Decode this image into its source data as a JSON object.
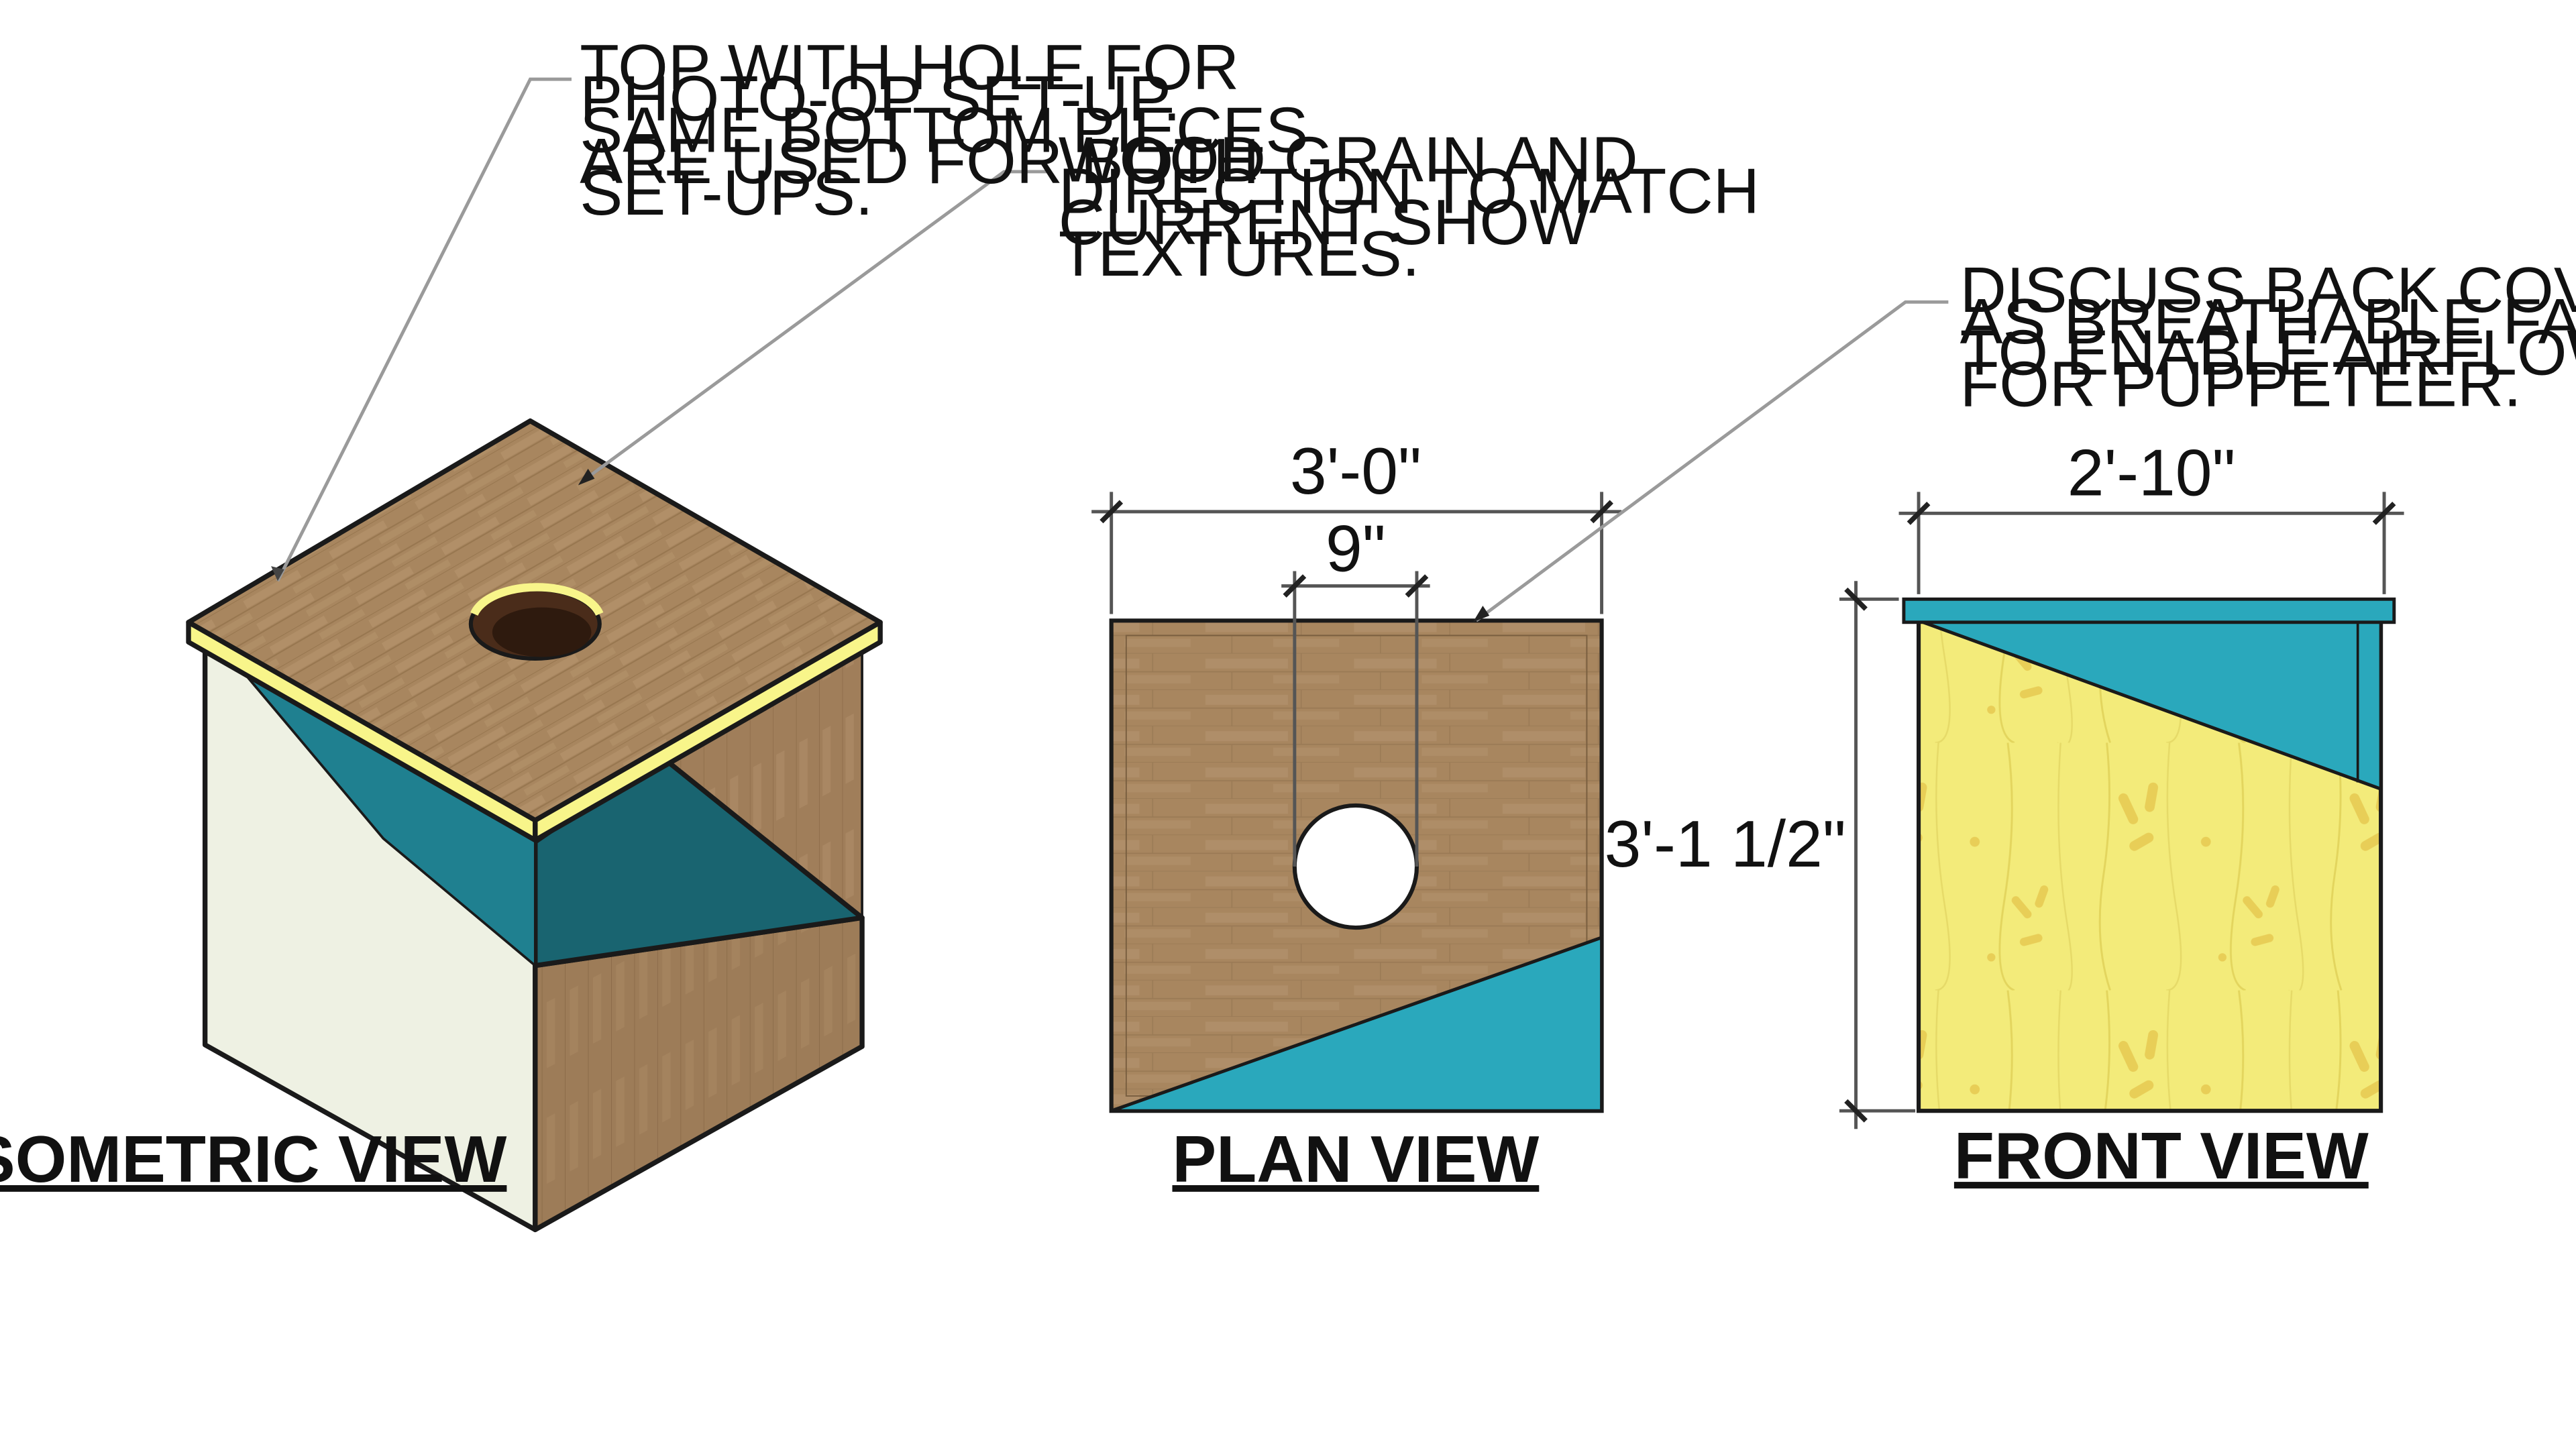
{
  "colors": {
    "wood": "#A8865F",
    "wood_light": "#BC9C76",
    "wood_side": "#9D7C58",
    "teal": "#2AA8BC",
    "teal_mid": "#1F8090",
    "teal_dark": "#196470",
    "yellow_edge": "#F8F58A",
    "cream": "#EEF1E3",
    "fabric": "#F3EB7A",
    "fabric_dot": "#E7C84A",
    "hole_dark": "#4A2C1A"
  },
  "notes": {
    "top_hole": [
      "TOP WITH HOLE FOR",
      "PHOTO-OP SET-UP.",
      "SAME BOTTOM PIECES",
      "ARE USED FOR BOTH",
      "SET-UPS."
    ],
    "wood_grain": [
      "WOOD GRAIN AND",
      "DIRECTION TO MATCH",
      "CURRENT SHOW",
      "TEXTURES."
    ],
    "back_cover": [
      "DISCUSS BACK COVER",
      "AS BREATHABLE FABRIC",
      "TO ENABLE AIRFLOW",
      "FOR PUPPETEER."
    ]
  },
  "dimensions": {
    "plan_width": "3'-0\"",
    "plan_hole": "9\"",
    "front_width": "2'-10\"",
    "front_height": "3'-1 1/2\""
  },
  "views": {
    "isometric": "ISOMETRIC VIEW",
    "plan": "PLAN VIEW",
    "front": "FRONT VIEW"
  }
}
